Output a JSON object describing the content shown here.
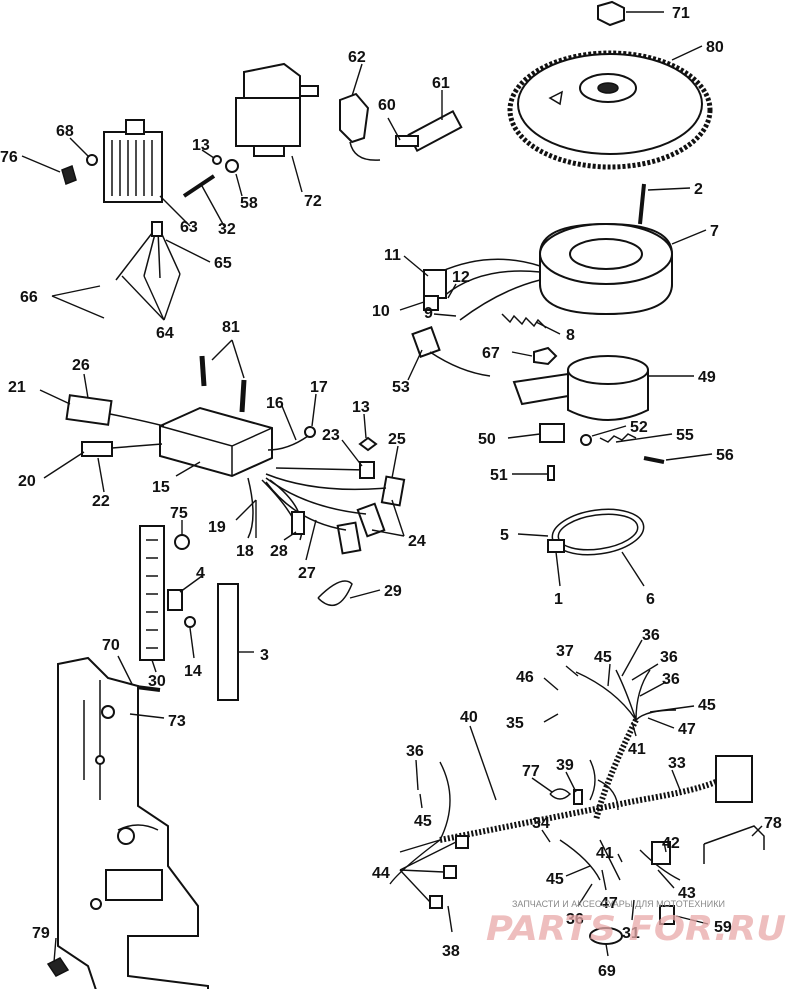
{
  "labels": [
    "71",
    "80",
    "62",
    "61",
    "60",
    "72",
    "68",
    "76",
    "13",
    "58",
    "63",
    "32",
    "2",
    "7",
    "11",
    "12",
    "10",
    "9",
    "65",
    "66",
    "64",
    "8",
    "81",
    "67",
    "26",
    "53",
    "49",
    "21",
    "17",
    "16",
    "13",
    "23",
    "25",
    "50",
    "52",
    "55",
    "56",
    "51",
    "20",
    "22",
    "15",
    "19",
    "18",
    "28",
    "27",
    "24",
    "75",
    "5",
    "6",
    "1",
    "4",
    "29",
    "14",
    "3",
    "30",
    "70",
    "73",
    "37",
    "36",
    "45",
    "36",
    "46",
    "36",
    "45",
    "47",
    "35",
    "41",
    "40",
    "33",
    "36",
    "77",
    "39",
    "45",
    "34",
    "78",
    "42",
    "41",
    "44",
    "45",
    "47",
    "43",
    "36",
    "59",
    "38",
    "31",
    "79",
    "69"
  ],
  "watermark": {
    "top_text": "ЗАПЧАСТИ И АКСЕССУАРЫ ДЛЯ МОТОТЕХНИКИ",
    "brand": "PARTS FOR.RU"
  },
  "colors": {
    "ink": "#111111",
    "watermark": "#e9a9a9"
  }
}
